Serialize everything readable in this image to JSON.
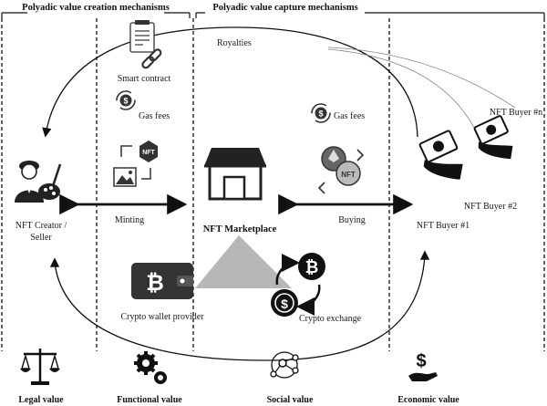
{
  "headers": {
    "creation": "Polyadic value creation mechanisms",
    "capture": "Polyadic value capture mechanisms"
  },
  "labels": {
    "royalties": "Royalties",
    "smart_contract": "Smart contract",
    "gas_fees_left": "Gas fees",
    "gas_fees_right": "Gas fees",
    "nft_buyer_n": "NFT Buyer #n",
    "nft_buyer_2": "NFT Buyer #2",
    "nft_buyer_1": "NFT Buyer #1",
    "creator_line1": "NFT Creator /",
    "creator_line2": "Seller",
    "minting": "Minting",
    "marketplace": "NFT Marketplace",
    "buying": "Buying",
    "wallet_provider": "Crypto wallet provider",
    "crypto_exchange": "Crypto exchange",
    "nft_badge": "NFT"
  },
  "values": {
    "legal": "Legal value",
    "functional": "Functional value",
    "social": "Social value",
    "economic": "Economic value"
  },
  "icons": {
    "creator": "artist-icon",
    "smart_contract": "contract-chain-icon",
    "gas": "coin-cycle-icon",
    "nft": "nft-token-icon",
    "marketplace": "storefront-icon",
    "buyer": "hand-money-icon",
    "wallet": "bitcoin-wallet-icon",
    "exchange": "crypto-exchange-icon",
    "legal": "scales-icon",
    "functional": "gears-icon",
    "social": "network-icon",
    "economic": "hand-dollar-icon"
  }
}
